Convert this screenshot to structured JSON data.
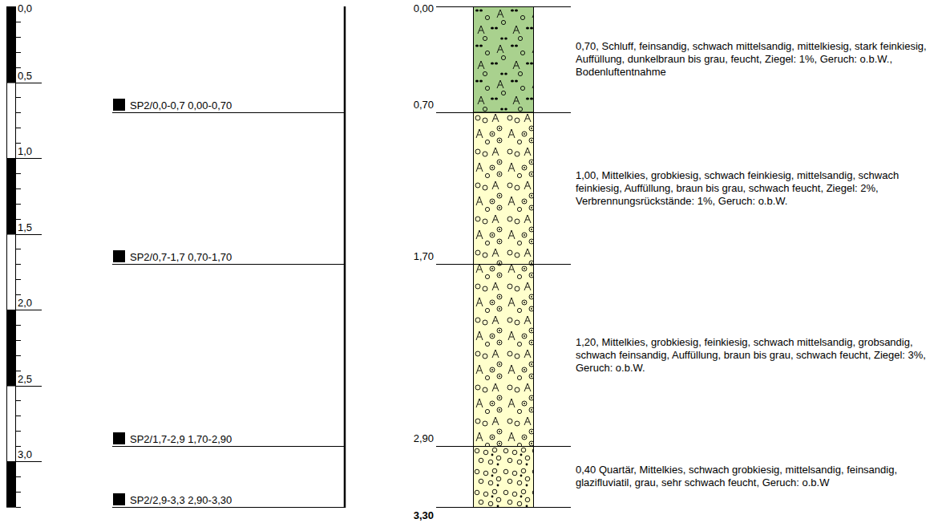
{
  "diagram": {
    "labels": [
      "0,0",
      "0,5",
      "1,0",
      "1,5",
      "2,0",
      "2,5",
      "3,0",
      "SP2/0,0-0,7 0,00-0,70",
      "SP2/0,7-1,7 0,70-1,70",
      "SP2/1,7-2,9 1,70-2,90",
      "SP2/2,9-3,3 2,90-3,30",
      "0,00",
      "0,70",
      "1,70",
      "2,90",
      "3,30",
      "0,70, Schluff, feinsandig, schwach mittelsandig, mittelkiesig, stark feinkiesig, Auffüllung, dunkelbraun bis grau, feucht, Ziegel: 1%, Geruch: o.b.W., Bodenluftentnahme",
      "1,00, Mittelkies, grobkiesig, schwach feinkiesig, mittelsandig, schwach feinkiesig, Auffüllung, braun bis grau, schwach feucht, Ziegel: 2%, Verbrennungsrückstände: 1%, Geruch: o.b.W.",
      "1,20, Mittelkies, grobkiesig, feinkiesig, schwach mittelsandig, grobsandig, schwach feinsandig, Auffüllung, braun bis grau, schwach feucht, Ziegel: 3%, Geruch: o.b.W.",
      "0,40 Quartär, Mittelkies, schwach grobkiesig, mittelsandig, feinsandig, glazifluviatil, grau, sehr schwach feucht, Geruch: o.b.W"
    ]
  }
}
